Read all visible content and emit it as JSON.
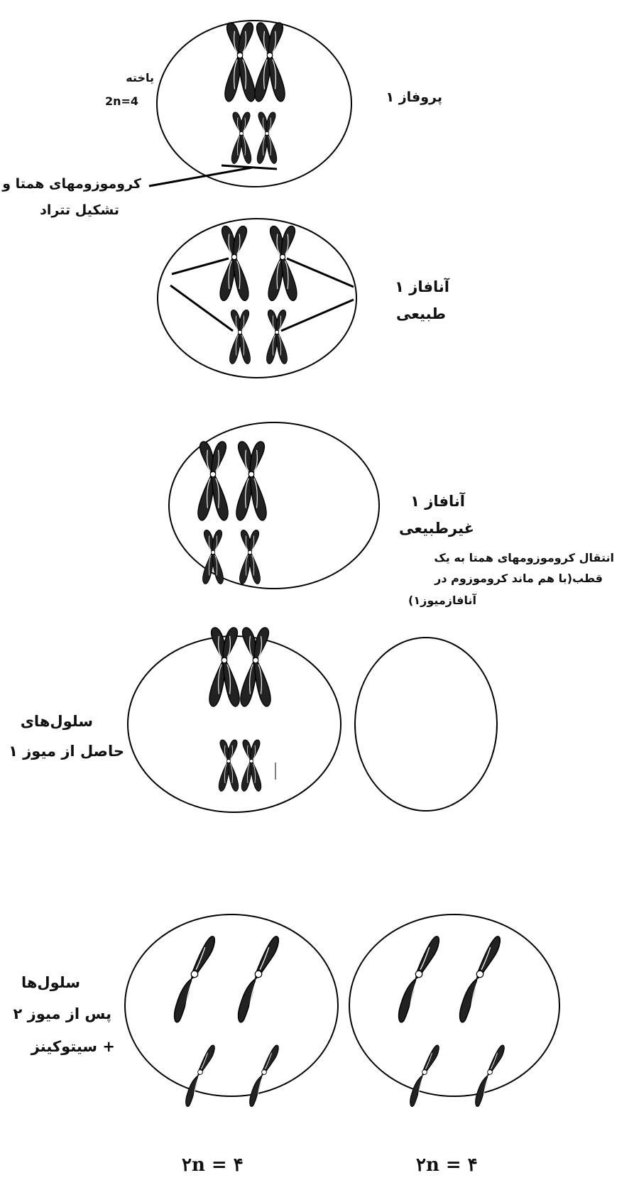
{
  "labels": {
    "cell_label": "یاخته",
    "cell_ploidy": "2n=4",
    "prophase": "پروفاز ۱",
    "homologs_line1": "کروموزومهای همتا و",
    "homologs_line2": "تشکیل تتراد",
    "anaphase_normal_line1": "آنافاز ۱",
    "anaphase_normal_line2": "طبیعی",
    "anaphase_abnormal_line1": "آنافاز ۱",
    "anaphase_abnormal_line2": "غیرطبیعی",
    "abnormal_desc_line1": "انتقال کروموزومهای همتا به یک",
    "abnormal_desc_line2": "قطب(با هم ماند کروموزوم در",
    "abnormal_desc_line3": "آنافازمیوز۱)",
    "meiosis1_cells_line1": "سلول‌های",
    "meiosis1_cells_line2": "حاصل از میوز ۱",
    "meiosis2_cells_line1": "سلول‌ها",
    "meiosis2_cells_line2": "پس از میوز ۲",
    "meiosis2_cells_line3": "+ سیتوکینز",
    "ploidy_left": "۲n = ۴",
    "ploidy_right": "۲n = ۴"
  },
  "colors": {
    "ink": "#111111",
    "background": "#ffffff"
  }
}
